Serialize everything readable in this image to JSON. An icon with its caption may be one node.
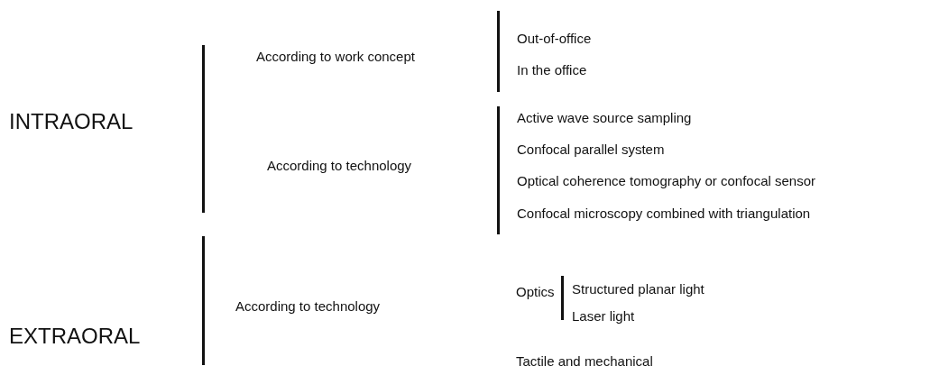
{
  "diagram": {
    "labels": [
      "INTRAORAL",
      "According to work concept",
      "Out-of-office",
      "In the office",
      "According to technology",
      "Active wave source sampling",
      "Confocal parallel system",
      "Optical coherence tomography or confocal sensor",
      "Confocal microscopy combined with triangulation",
      "EXTRAORAL",
      "According to technology",
      "Optics",
      "Structured planar light",
      "Laser light",
      "Tactile and mechanical"
    ]
  }
}
